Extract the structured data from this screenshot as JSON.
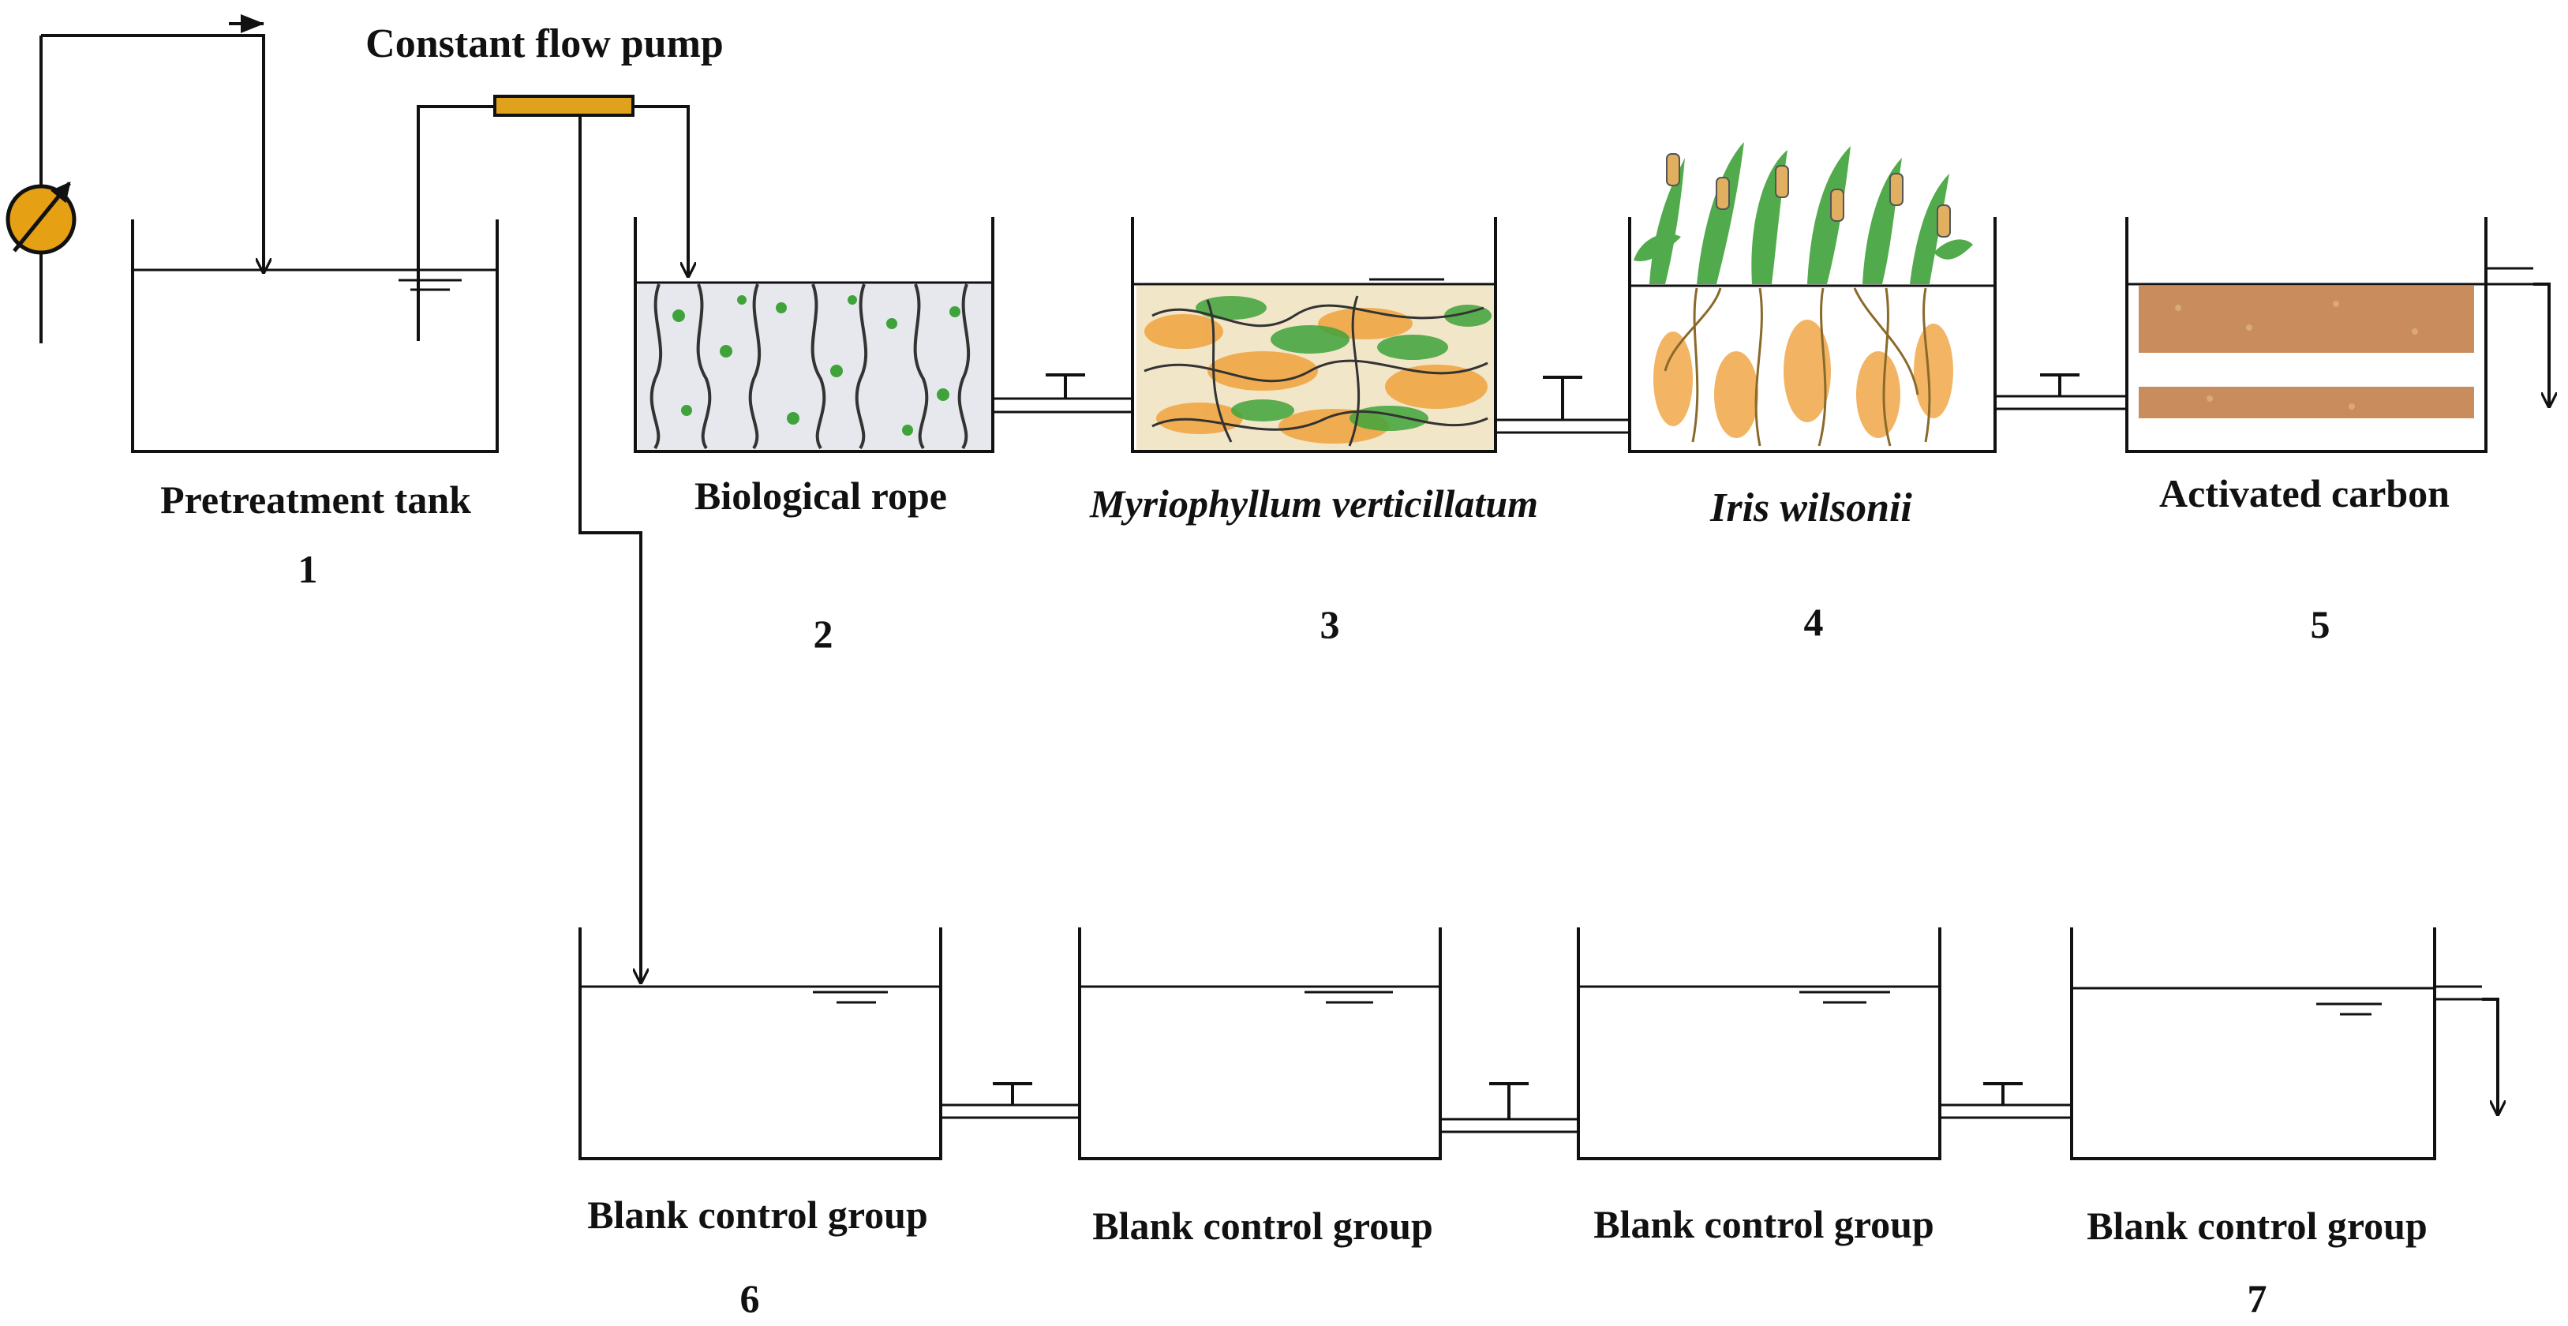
{
  "pump": {
    "label": "Constant flow pump"
  },
  "tanks": [
    {
      "label": "Pretreatment tank",
      "number": "1"
    },
    {
      "label": "Biological rope",
      "number": "2"
    },
    {
      "label": "Myriophyllum verticillatum",
      "number": "3"
    },
    {
      "label": "Iris wilsonii",
      "number": "4"
    },
    {
      "label": "Activated carbon",
      "number": "5"
    }
  ],
  "controls": [
    {
      "label": "Blank control group",
      "number": "6"
    },
    {
      "label": "Blank control group",
      "number": ""
    },
    {
      "label": "Blank control group",
      "number": ""
    },
    {
      "label": "Blank control group",
      "number": "7"
    }
  ],
  "colors": {
    "pump": "#e0a21c",
    "pump_gauge": "#e6a014",
    "plant_green": "#3fa33a",
    "plant_orange": "#f0a23c",
    "carbon": "#c98c5c",
    "line": "#111111"
  }
}
